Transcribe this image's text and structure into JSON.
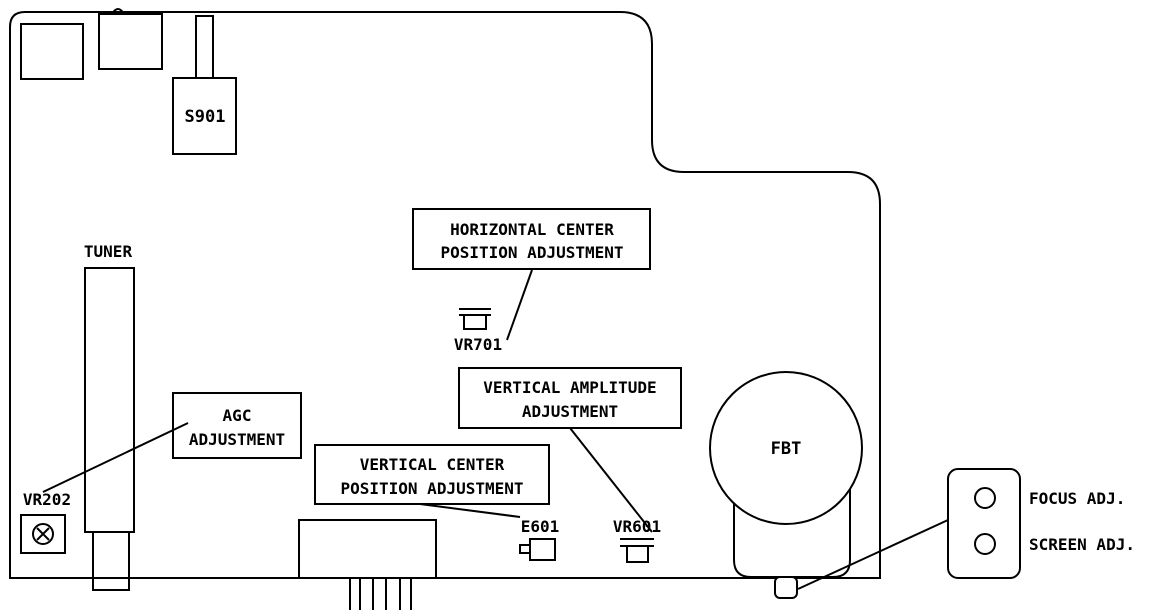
{
  "components": {
    "s901": "S901",
    "tuner": "TUNER",
    "vr202": "VR202",
    "vr701": "VR701",
    "vr601": "VR601",
    "e601": "E601",
    "fbt": "FBT"
  },
  "callouts": {
    "horizontal_center": [
      "HORIZONTAL CENTER",
      "POSITION ADJUSTMENT"
    ],
    "agc": [
      "AGC",
      "ADJUSTMENT"
    ],
    "vertical_amplitude": [
      "VERTICAL AMPLITUDE",
      "ADJUSTMENT"
    ],
    "vertical_center": [
      "VERTICAL CENTER",
      "POSITION ADJUSTMENT"
    ]
  },
  "side_panel": {
    "focus": "FOCUS ADJ.",
    "screen": "SCREEN ADJ."
  }
}
